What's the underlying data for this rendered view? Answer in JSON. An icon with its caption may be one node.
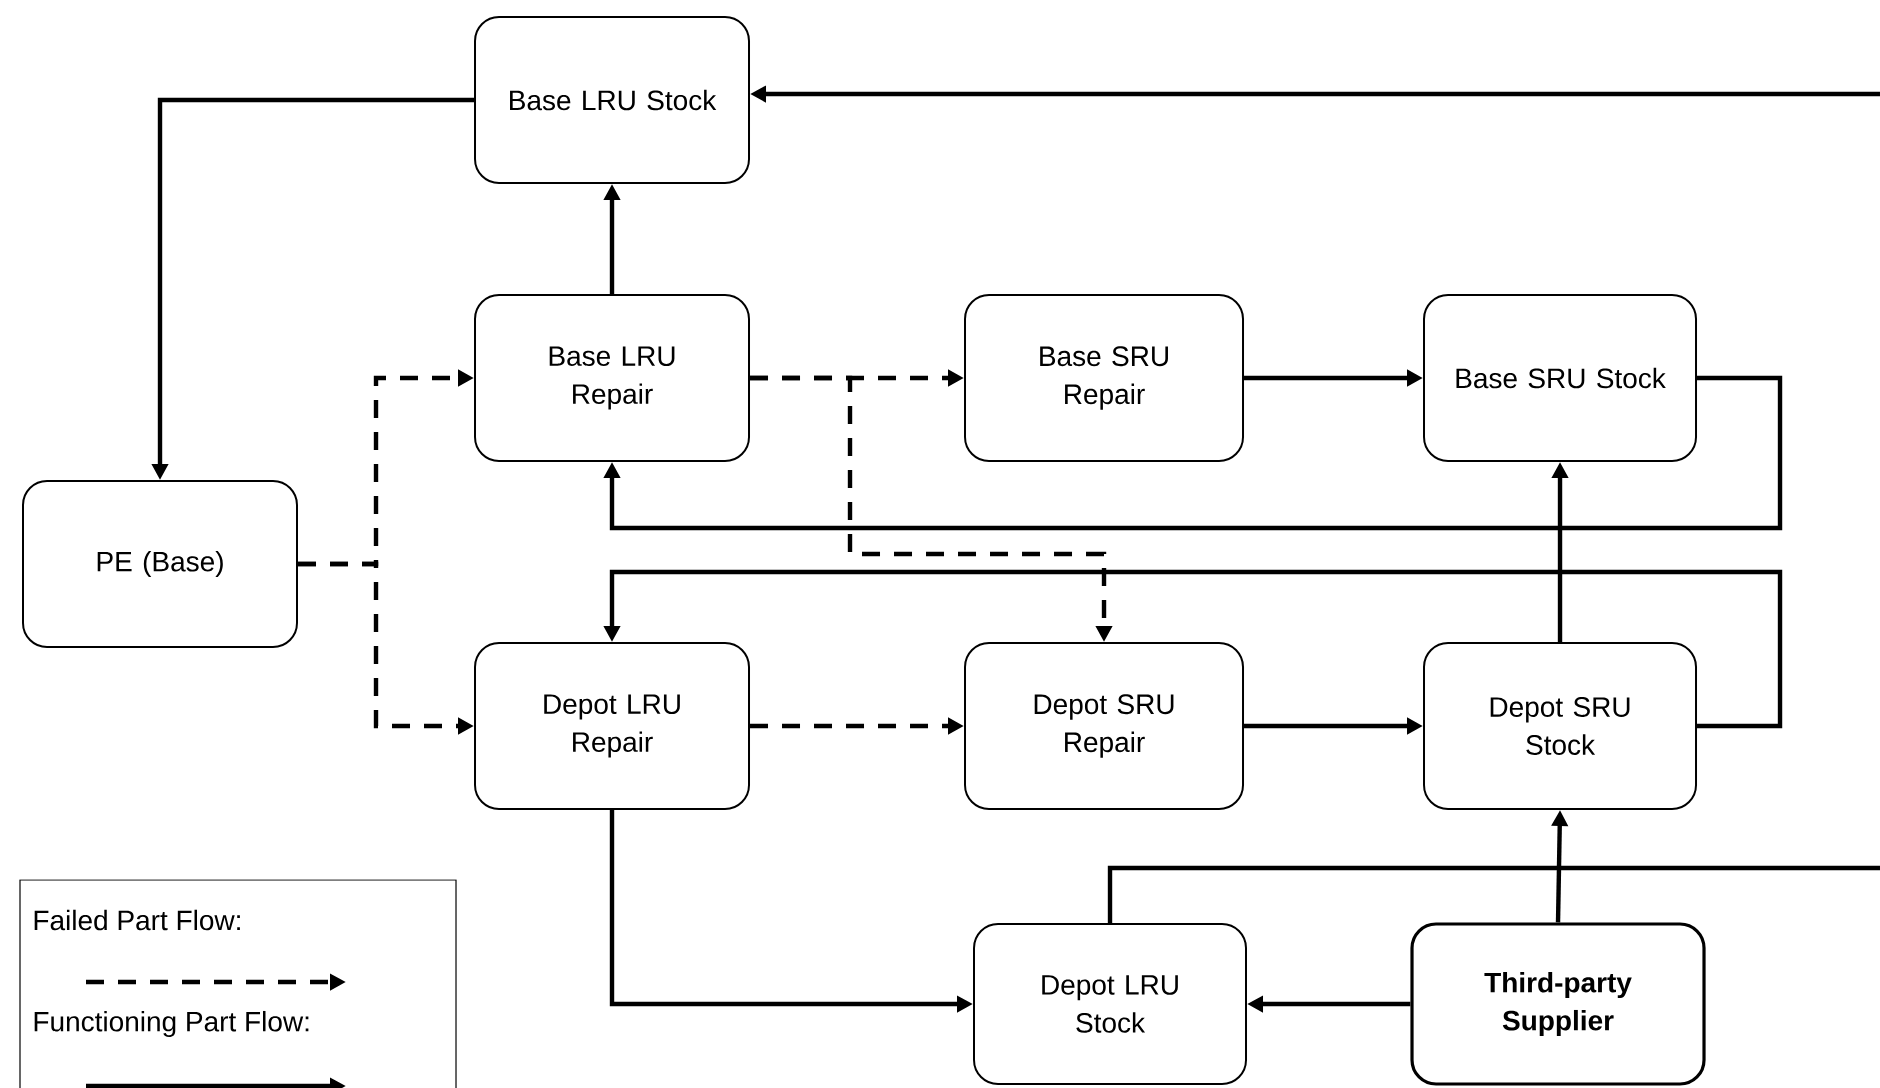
{
  "diagram": {
    "nodes": [
      {
        "text": [
          "Base LRU Stock"
        ]
      },
      {
        "text": [
          "Base LRU Repair"
        ]
      },
      {
        "text": [
          "Base SRU Repair"
        ]
      },
      {
        "text": [
          "Base SRU Stock"
        ]
      },
      {
        "text": [
          "PE (Base)"
        ]
      },
      {
        "text": [
          "Depot LRU Repair"
        ]
      },
      {
        "text": [
          "Depot SRU Repair"
        ]
      },
      {
        "text": [
          "Depot SRU Stock"
        ]
      },
      {
        "text": [
          "Depot LRU Stock"
        ]
      },
      {
        "text": [
          "Third-party Supplier"
        ]
      }
    ],
    "edges": [
      {
        "from": 0,
        "to": 4,
        "arrow": "to"
      },
      {
        "from": 1,
        "to": 0,
        "arrow": "to"
      },
      {
        "from": 4,
        "to": 1,
        "arrow": "to",
        "style": "dashed"
      },
      {
        "from": 4,
        "to": 5,
        "arrow": "to",
        "style": "dashed"
      },
      {
        "from": 1,
        "to": 2,
        "arrow": "to",
        "style": "dashed"
      },
      {
        "from": 1,
        "to": 6,
        "arrow": "to",
        "style": "dashed"
      },
      {
        "from": 2,
        "to": 3,
        "arrow": "to"
      },
      {
        "from": 3,
        "to": 1,
        "arrow": "to"
      },
      {
        "from": 5,
        "to": 6,
        "arrow": "to",
        "style": "dashed"
      },
      {
        "from": 6,
        "to": 7,
        "arrow": "to"
      },
      {
        "from": 7,
        "to": 5,
        "arrow": "to"
      },
      {
        "from": 7,
        "to": 3,
        "arrow": "to"
      },
      {
        "from": 9,
        "to": 7,
        "arrow": "to"
      },
      {
        "from": 9,
        "to": 8,
        "arrow": "to"
      },
      {
        "from": 5,
        "to": 8,
        "arrow": "to"
      },
      {
        "from": 8,
        "to": 0,
        "arrow": "to"
      }
    ],
    "legend": [
      {
        "text": "Failed Part Flow:"
      },
      {
        "text": "Functioning Part Flow:"
      }
    ]
  }
}
